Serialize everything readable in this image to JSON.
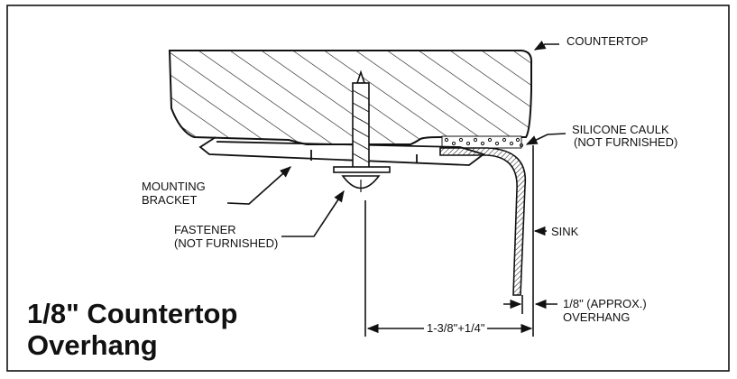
{
  "title": {
    "line1": "1/8\" Countertop",
    "line2": "Overhang"
  },
  "labels": {
    "countertop": "COUNTERTOP",
    "silicone_1": "SILICONE CAULK",
    "silicone_2": "(NOT FURNISHED)",
    "bracket_1": "MOUNTING",
    "bracket_2": "BRACKET",
    "fastener_1": "FASTENER",
    "fastener_2": "(NOT FURNISHED)",
    "sink": "SINK",
    "dimension": "1-3/8\"+1/4\"",
    "overhang_1": "1/8\" (APPROX.)",
    "overhang_2": "OVERHANG"
  },
  "colors": {
    "line": "#111111",
    "background": "#ffffff"
  }
}
